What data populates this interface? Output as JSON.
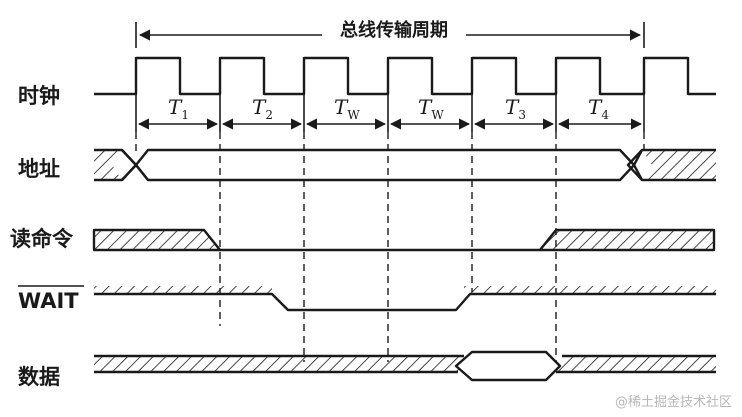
{
  "title": "总线传输周期",
  "signals": {
    "clock": "时钟",
    "address": "地址",
    "read_cmd": "读命令",
    "wait": "WAIT",
    "data": "数据"
  },
  "states": [
    {
      "main": "T",
      "sub": "1"
    },
    {
      "main": "T",
      "sub": "2"
    },
    {
      "main": "T",
      "sub": "W"
    },
    {
      "main": "T",
      "sub": "W"
    },
    {
      "main": "T",
      "sub": "3"
    },
    {
      "main": "T",
      "sub": "4"
    }
  ],
  "watermark": "@稀土掘金技术社区"
}
